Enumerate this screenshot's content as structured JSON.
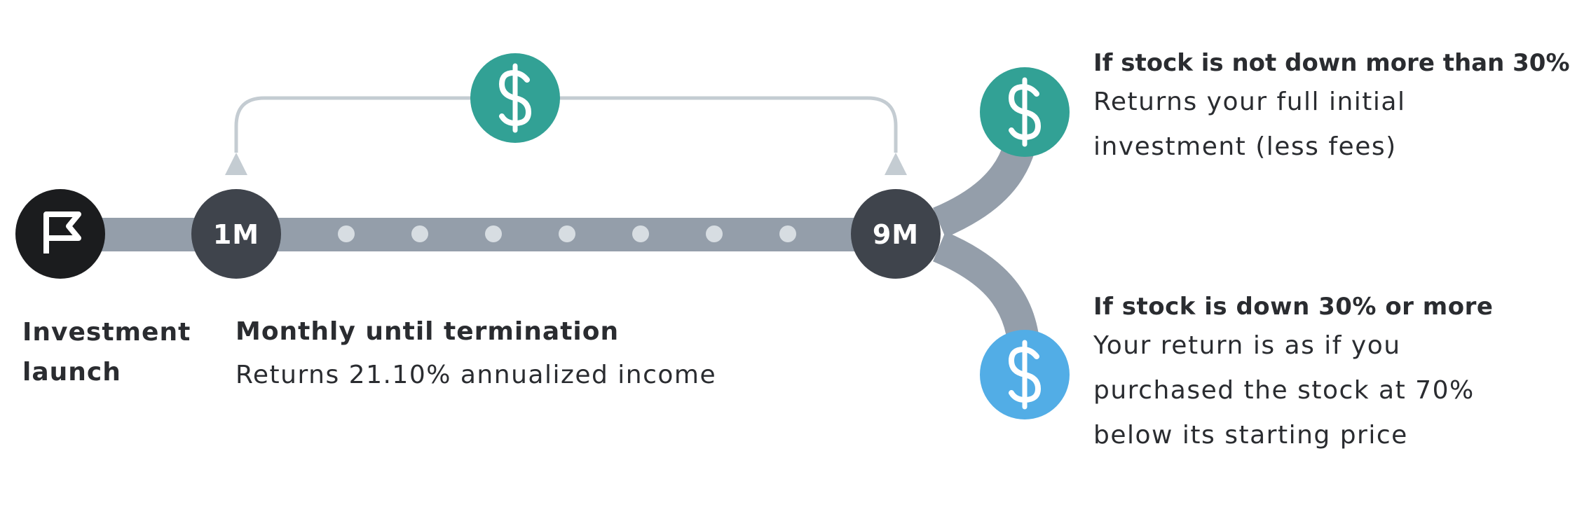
{
  "markers": {
    "launch_icon": "flag-icon",
    "start": "1M",
    "end": "9M"
  },
  "income_icon": "dollar-icon",
  "labels": {
    "launch": [
      "Investment",
      "launch"
    ],
    "monthly_title": "Monthly until termination",
    "monthly_desc": "Returns 21.10% annualized income"
  },
  "outcomes": {
    "up": {
      "title": "If stock is not down more than 30%",
      "lines": [
        "Returns your full initial",
        "investment (less fees)"
      ],
      "icon": "dollar-icon"
    },
    "down": {
      "title": "If stock is down 30% or more",
      "lines": [
        "Your return is as if you",
        "purchased the stock at 70%",
        "below its starting price"
      ],
      "icon": "dollar-icon"
    }
  },
  "colors": {
    "track": "#949eaa",
    "marker_dark": "#3f444c",
    "launch_marker": "#1b1c1e",
    "teal": "#32a195",
    "blue": "#52ade6",
    "bracket": "#c4ccd2",
    "dots": "#d7dde2"
  }
}
